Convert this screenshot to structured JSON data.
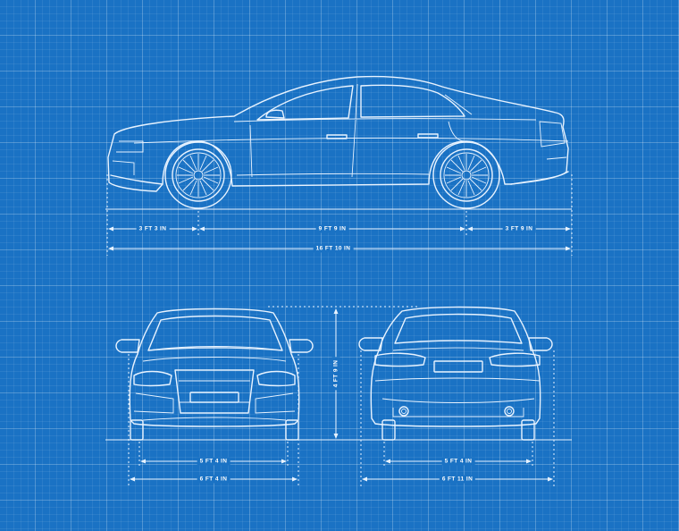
{
  "colors": {
    "background": "#1a72c4",
    "line": "#e8f3ff"
  },
  "side_view": {
    "front_overhang": "3 FT 3 IN",
    "wheelbase": "9 FT 9 IN",
    "rear_overhang": "3 FT 9 IN",
    "overall_length": "16 FT 10 IN"
  },
  "front_view": {
    "track": "5 FT 4 IN",
    "body_width": "6 FT 4 IN",
    "height": "4 FT 9 IN"
  },
  "rear_view": {
    "track": "5 FT 4 IN",
    "width_with_mirrors": "6 FT 11 IN"
  }
}
